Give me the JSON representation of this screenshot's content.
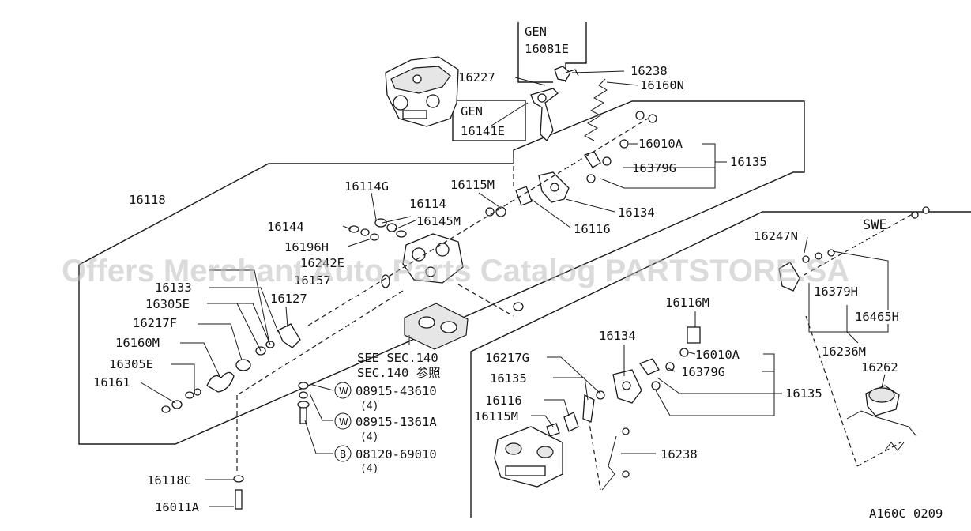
{
  "watermark": "Offers Merchant Auto Parts Catalog PARTSTORE.SA",
  "figure_code": "A160C 0209",
  "variant_gen_top": "GEN",
  "variant_gen_mid": "GEN",
  "variant_swe": "SWE",
  "see_ref_1": "SEE SEC.140",
  "see_ref_2": "SEC.140 参照",
  "parts": {
    "p16081E": "16081E",
    "p16238_top": "16238",
    "p16227": "16227",
    "p16160N": "16160N",
    "p16141E": "16141E",
    "p16010A_top": "16010A",
    "p16135_top": "16135",
    "p16379G_top": "16379G",
    "p16118": "16118",
    "p16114G": "16114G",
    "p16115M_top": "16115M",
    "p16114": "16114",
    "p16145M": "16145M",
    "p16134_top": "16134",
    "p16144": "16144",
    "p16116_top": "16116",
    "p16196H": "16196H",
    "p16242E": "16242E",
    "p16157": "16157",
    "p16133": "16133",
    "p16127": "16127",
    "p16305E_top": "16305E",
    "p16217F": "16217F",
    "p16160M": "16160M",
    "p16305E_bot": "16305E",
    "p16161": "16161",
    "p16118C": "16118C",
    "p16011A": "16011A",
    "p16247N": "16247N",
    "p16379H": "16379H",
    "p16465H": "16465H",
    "p16116M": "16116M",
    "p16236M": "16236M",
    "p16262": "16262",
    "p16134_bot": "16134",
    "p16010A_bot": "16010A",
    "p16217G": "16217G",
    "p16379G_bot": "16379G",
    "p16135_mid": "16135",
    "p16135_bot": "16135",
    "p16116_bot": "16116",
    "p16115M_bot": "16115M",
    "p16238_bot": "16238"
  },
  "fasteners": [
    {
      "symbol": "W",
      "code": "08915-43610",
      "qty": "(4)"
    },
    {
      "symbol": "W",
      "code": "08915-1361A",
      "qty": "(4)"
    },
    {
      "symbol": "B",
      "code": "08120-69010",
      "qty": "(4)"
    }
  ]
}
